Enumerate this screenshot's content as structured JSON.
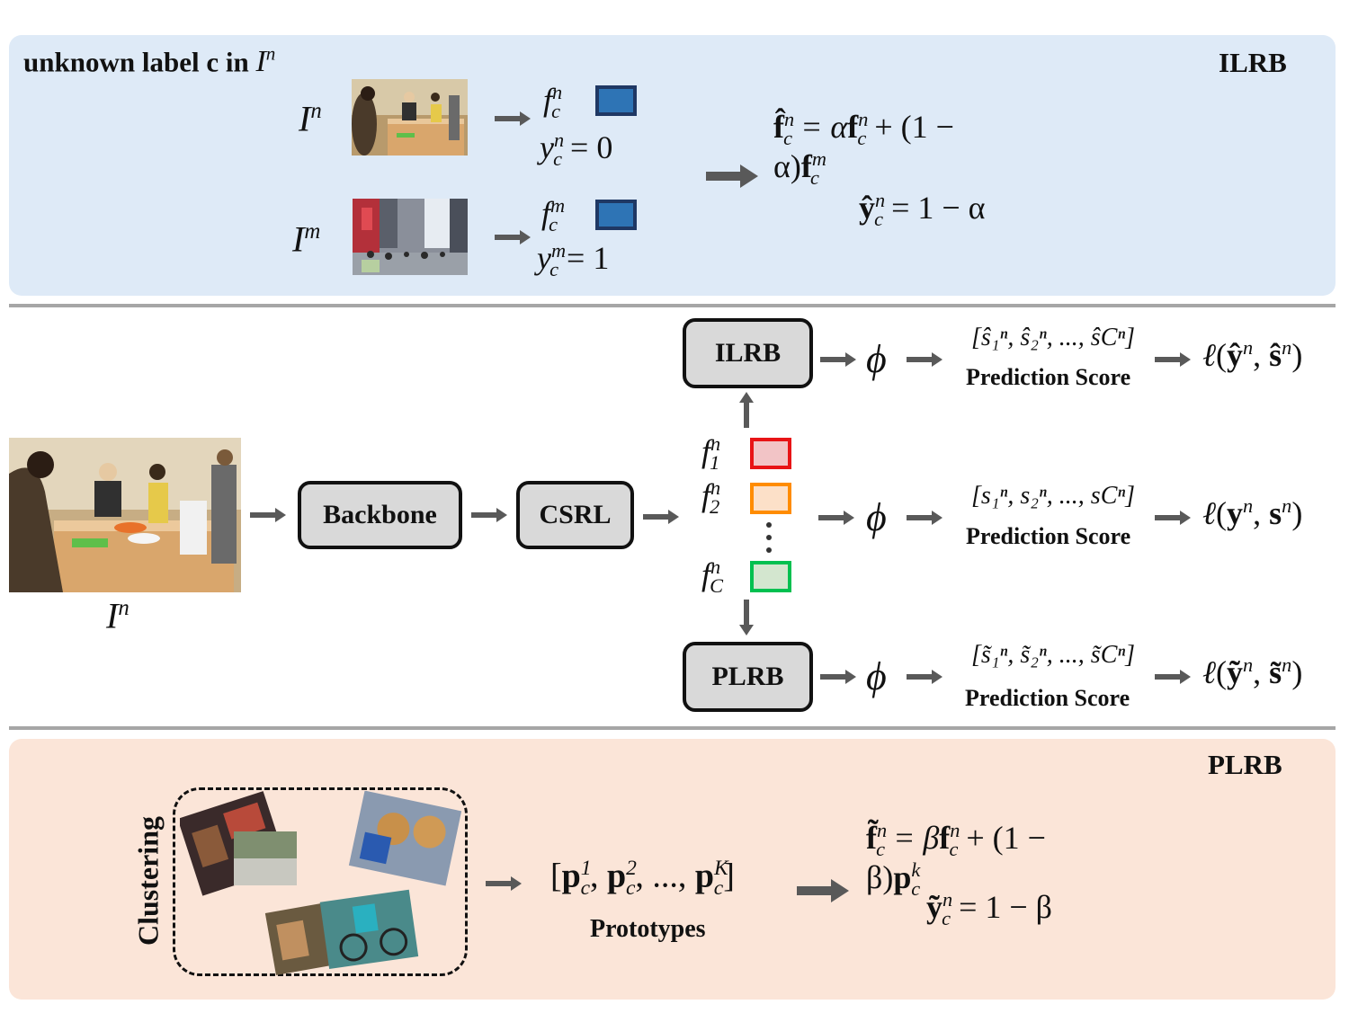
{
  "ilrb_panel": {
    "title": "unknown label c in",
    "title_math": "I",
    "title_math_sup": "n",
    "corner_label": "ILRB",
    "image_n_label": "I",
    "image_n_sup": "n",
    "image_m_label": "I",
    "image_m_sup": "m",
    "f_n": {
      "base": "f",
      "sup": "n",
      "sub": "c"
    },
    "y_n": {
      "base": "y",
      "sup": "n",
      "sub": "c",
      "rhs": "= 0"
    },
    "f_m": {
      "base": "f",
      "sup": "m",
      "sub": "c"
    },
    "y_m": {
      "base": "y",
      "sup": "m",
      "sub": "c",
      "rhs": "= 1"
    },
    "eq1": "f̂ₙc = αfⁿc + (1 − α)fᵐc",
    "eq1_parts": {
      "lhs": "f̂",
      "lhs_sup": "n",
      "lhs_sub": "c",
      "a": " = α",
      "t1": "f",
      "t1_sup": "n",
      "t1_sub": "c",
      "mid": " + (1 − α)",
      "t2": "f",
      "t2_sup": "m",
      "t2_sub": "c"
    },
    "eq2_parts": {
      "lhs": "ŷ",
      "lhs_sup": "n",
      "lhs_sub": "c",
      "rhs": " = 1 − α"
    },
    "feature_color": "#2e74b5",
    "feature_border": "#1f3864"
  },
  "pipeline": {
    "input_label": "I",
    "input_sup": "n",
    "backbone": "Backbone",
    "csrl": "CSRL",
    "ilrb": "ILRB",
    "plrb": "PLRB",
    "phi": "ϕ",
    "features": [
      {
        "base": "f",
        "sup": "n",
        "sub": "1",
        "border": "#e81416",
        "fill": "#f2c4c6"
      },
      {
        "base": "f",
        "sup": "n",
        "sub": "2",
        "border": "#ff8c00",
        "fill": "#fce0c8"
      },
      {
        "base": "f",
        "sup": "n",
        "sub": "C",
        "border": "#00c050",
        "fill": "#d3e6cf"
      }
    ],
    "rows": [
      {
        "scores": "[ŝ₁ⁿ, ŝ₂ⁿ, ..., ŝCⁿ]",
        "s": "ŝ",
        "score_label": "Prediction Score",
        "loss_y": "ŷ",
        "loss_s": "ŝ"
      },
      {
        "scores": "[s₁ⁿ, s₂ⁿ, ..., sCⁿ]",
        "s": "s",
        "score_label": "Prediction Score",
        "loss_y": "y",
        "loss_s": "s"
      },
      {
        "scores": "[s̃₁ⁿ, s̃₂ⁿ, ..., s̃Cⁿ]",
        "s": "s̃",
        "score_label": "Prediction Score",
        "loss_y": "ỹ",
        "loss_s": "s̃"
      }
    ],
    "ellipsis": "..."
  },
  "plrb_panel": {
    "corner_label": "PLRB",
    "clustering_label": "Clustering",
    "prototypes_label": "Prototypes",
    "proto_p": "p",
    "proto_sups": [
      "1",
      "2",
      "K"
    ],
    "proto_sub": "c",
    "eq1_parts": {
      "lhs": "f̃",
      "lhs_sup": "n",
      "lhs_sub": "c",
      "a": " = β",
      "t1": "f",
      "t1_sup": "n",
      "t1_sub": "c",
      "mid": " + (1 − β)",
      "t2": "p",
      "t2_sup": "k",
      "t2_sub": "c"
    },
    "eq2_parts": {
      "lhs": "ỹ",
      "lhs_sup": "n",
      "lhs_sub": "c",
      "rhs": " = 1 − β"
    }
  },
  "colors": {
    "arrow": "#595959",
    "box_fill": "#d9d9d9",
    "ilrb_bg": "#deeaf7",
    "plrb_bg": "#fbe5d8",
    "rule": "#a6a6a6"
  }
}
